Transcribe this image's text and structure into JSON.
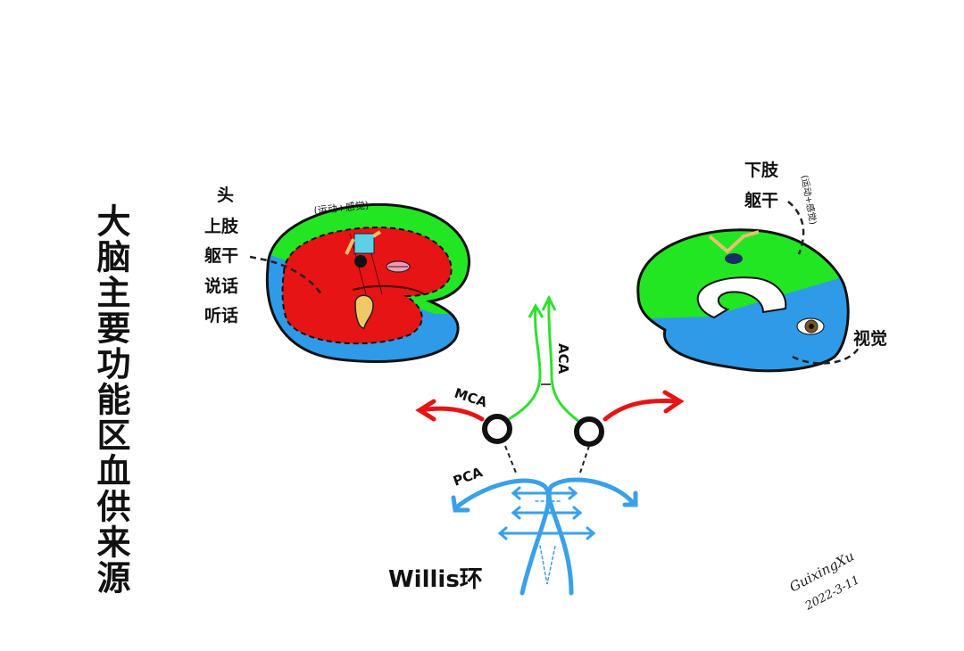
{
  "title": "大脑主要功能区血供来源",
  "left_brain": {
    "labels": [
      "头",
      "上肢",
      "躯干",
      "说话",
      "听话"
    ],
    "note": "(运动+感觉)"
  },
  "right_brain": {
    "labels": [
      "下肢",
      "躯干"
    ],
    "note": "(运动+感觉)",
    "vision": "视觉"
  },
  "arteries": {
    "aca": "ACA",
    "mca": "MCA",
    "pca": "PCA",
    "willis": "Willis环"
  },
  "signature": {
    "name": "GuixingXu",
    "date": "2022-3-11"
  },
  "colors": {
    "aca": "#2fe02f",
    "mca": "#e61414",
    "pca": "#3aa0ea",
    "motor": "#e61414",
    "sensory_top": "#22e622",
    "posterior": "#2f9ae8"
  }
}
